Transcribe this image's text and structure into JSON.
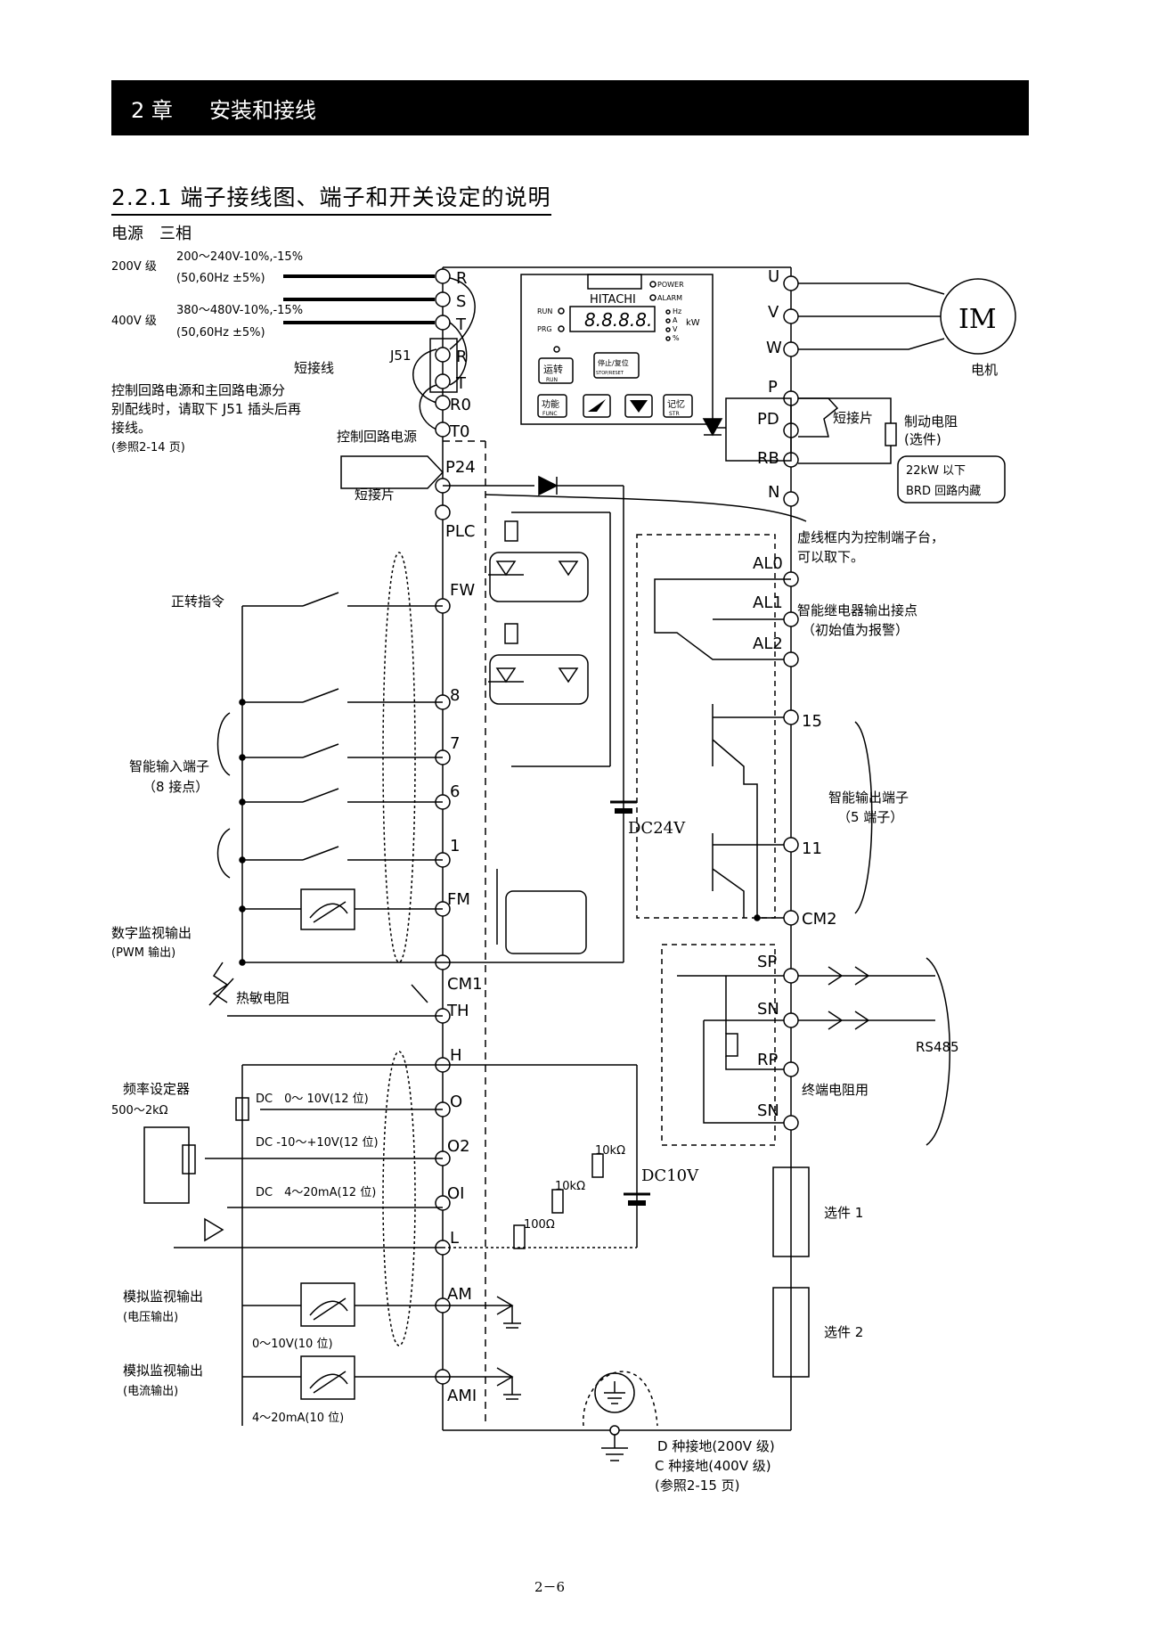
{
  "header": {
    "chapter": "2 章",
    "title": "安装和接线"
  },
  "section_title": "2.2.1 端子接线图、端子和开关设定的说明",
  "page_number": "2－6",
  "power": {
    "title": "电源　三相",
    "class_200": "200V 级",
    "range_200": "200～240V-10%,-15%",
    "freq_200": "(50,60Hz ±5%)",
    "class_400": "400V 级",
    "range_400": "380～480V-10%,-15%",
    "freq_400": "(50,60Hz ±5%)"
  },
  "left_notes": {
    "j51": "J51",
    "jumper": "短接线",
    "sep_note_1": "控制回路电源和主回路电源分",
    "sep_note_2": "别配线时，请取下 J51 插头后再",
    "sep_note_3": "接线。",
    "sep_ref": "(参照2-14 页)",
    "ctrl_power": "控制回路电源",
    "short_piece": "短接片",
    "forward": "正转指令",
    "smart_in_1": "智能输入端子",
    "smart_in_2": "（8 接点）",
    "digital_mon_1": "数字监视输出",
    "digital_mon_2": "(PWM 输出)",
    "thermistor": "热敏电阻",
    "freq_setter_1": "频率设定器",
    "freq_setter_2": "500～2kΩ",
    "dc_o": "DC　0～ 10V(12 位)",
    "dc_o2": "DC -10～+10V(12 位)",
    "dc_oi": "DC　4～20mA(12 位)",
    "analog_v_1": "模拟监视输出",
    "analog_v_2": "(电压输出)",
    "analog_v_range": "0～10V(10 位)",
    "analog_i_1": "模拟监视输出",
    "analog_i_2": "(电流输出)",
    "analog_i_range": "4～20mA(10 位)",
    "r10k": "10kΩ",
    "r10k2": "10kΩ",
    "r100": "100Ω"
  },
  "left_terminals": [
    "R",
    "S",
    "T",
    "R",
    "T",
    "R0",
    "T0",
    "P24",
    "PLC",
    "FW",
    "8",
    "7",
    "6",
    "1",
    "FM",
    "CM1",
    "TH",
    "H",
    "O",
    "O2",
    "OI",
    "L",
    "AM",
    "AMI"
  ],
  "right_terminals": [
    "U",
    "V",
    "W",
    "P",
    "PD",
    "RB",
    "N",
    "AL0",
    "AL1",
    "AL2",
    "15",
    "11",
    "CM2",
    "SP",
    "SN",
    "RP",
    "SN"
  ],
  "right_notes": {
    "motor": "IM",
    "motor_label": "电机",
    "short_piece": "短接片",
    "brake_1": "制动电阻",
    "brake_2": "(选件)",
    "brd_1": "22kW 以下",
    "brd_2": "BRD 回路内藏",
    "dashed_1": "虚线框内为控制端子台，",
    "dashed_2": "可以取下。",
    "relay_1": "智能继电器输出接点",
    "relay_2": "（初始值为报警）",
    "smart_out_1": "智能输出端子",
    "smart_out_2": "（5 端子）",
    "rs485": "RS485",
    "term_res": "终端电阻用",
    "option1": "选件 1",
    "option2": "选件 2",
    "dc24": "DC24V",
    "dc10": "DC10V",
    "ground_1": "D 种接地(200V 级)",
    "ground_2": "C 种接地(400V 级)",
    "ground_3": "(参照2-15 页)"
  },
  "panel": {
    "brand": "HITACHI",
    "digits": "8.8.8.8.",
    "power_led": "POWER",
    "alarm_led": "ALARM",
    "run_led": "RUN",
    "prg_led": "PRG",
    "hz": "Hz",
    "kw_a": "A",
    "kw_v": "V",
    "kw": "kW",
    "pct": "%",
    "run_btn": "运转",
    "run_btn_sub": "RUN",
    "stop_btn": "停止/复位",
    "stop_btn_sub": "STOP/RESET",
    "func_btn": "功能",
    "func_btn_sub": "FUNC",
    "store_btn": "记忆",
    "store_btn_sub": "STR"
  }
}
